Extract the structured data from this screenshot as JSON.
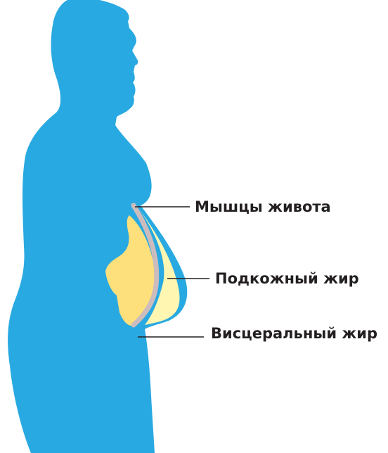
{
  "labels": {
    "abdominal_muscles": "Мышцы живота",
    "subcutaneous_fat": "Подкожный жир",
    "visceral_fat": "Висцеральный жир"
  },
  "colors": {
    "body": "#29a9e1",
    "subcutaneous_fat": "#fff6b2",
    "visceral_fat": "#fde07c",
    "muscle": "#cdbcbd",
    "leader_line": "#231f20",
    "text": "#231f20"
  }
}
